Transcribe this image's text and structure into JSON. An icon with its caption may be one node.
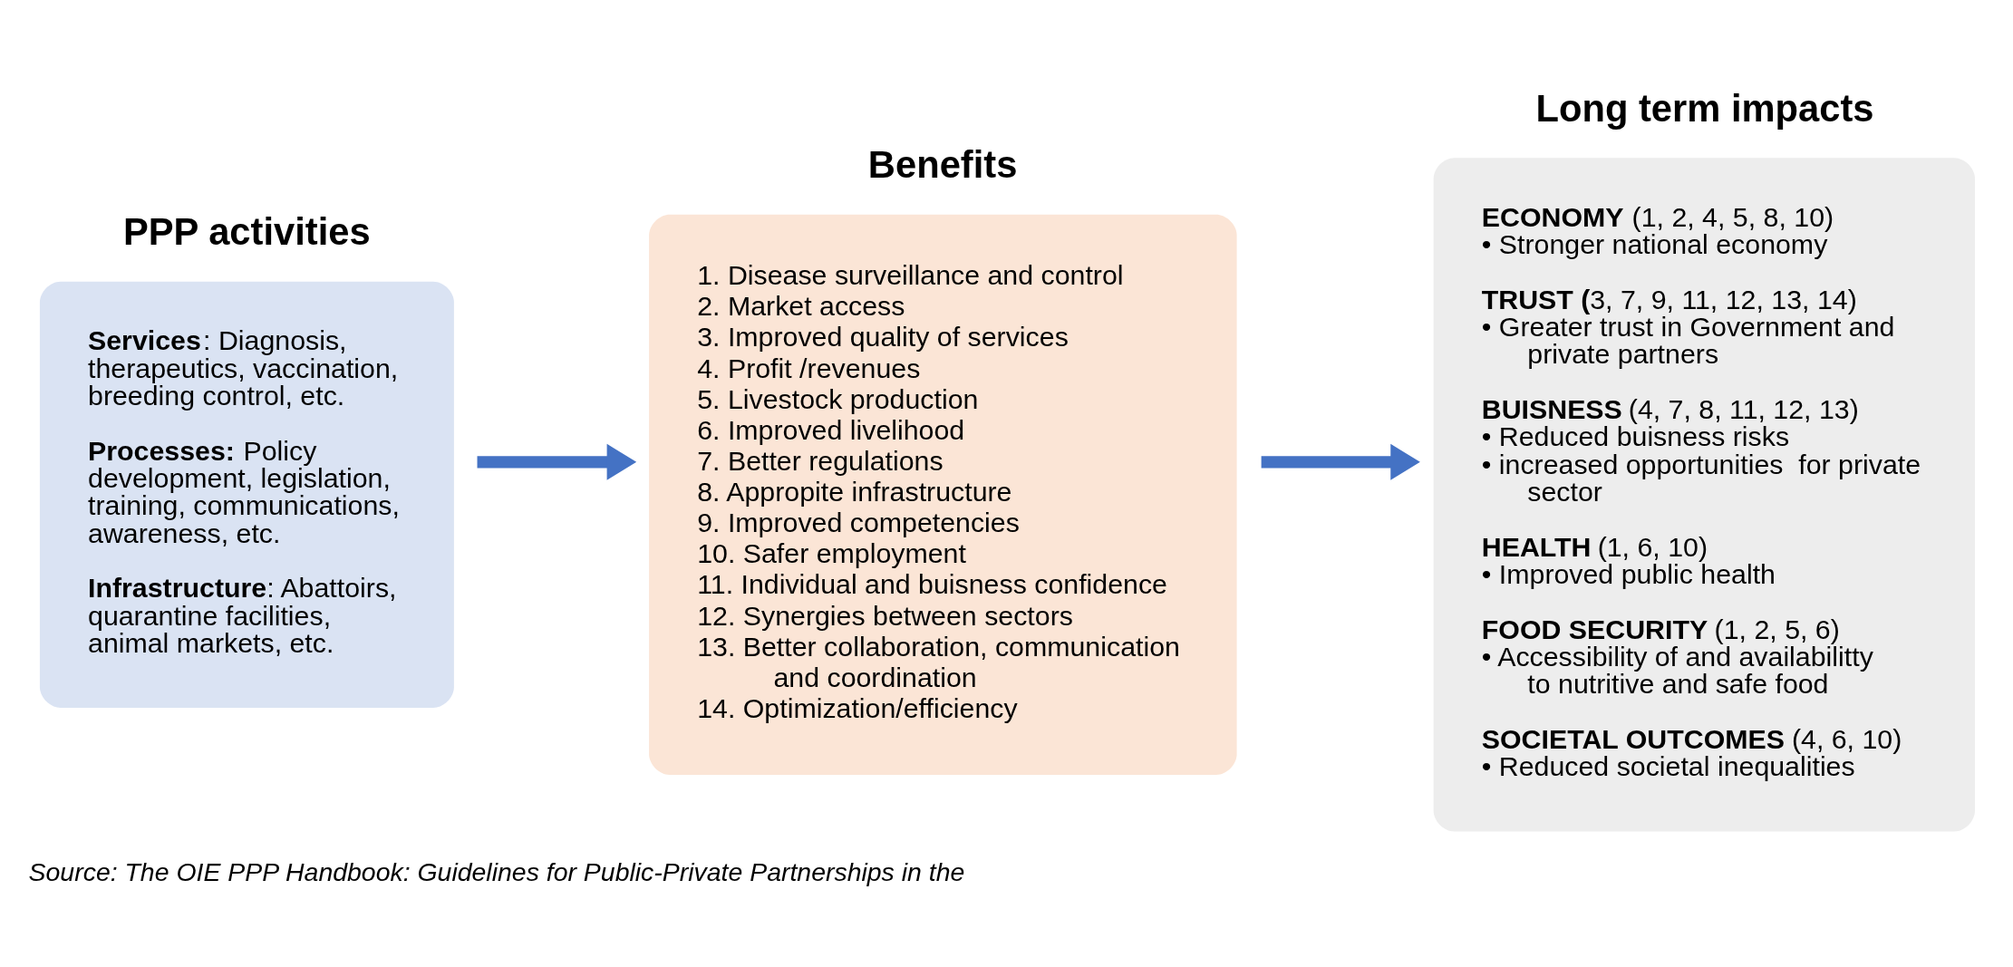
{
  "diagram": {
    "caption": "Source: The OIE PPP Handbook: Guidelines for Public-Private Partnerships in the",
    "nodes": [
      {
        "text": [
          "PPP activities",
          "**Services**: Diagnosis, therapeutics, vaccination, breeding control, etc.",
          "**Processes:** Policy development, legislation, training, communications, awareness, etc.",
          "**Infrastructure**: Abattoirs, quarantine facilities, animal markets, etc."
        ]
      },
      {
        "text": [
          "Benefits",
          "1. Disease surveillance and control",
          "2. Market access",
          "3. Improved quality of services",
          "4. Profit /revenues",
          "5. Livestock production",
          "6. Improved livelihood",
          "7. Better regulations",
          "8. Appropite infrastructure",
          "9. Improved competencies",
          "10. Safer employment",
          "11. Individual and buisness confidence",
          "12. Synergies between sectors",
          "13. Better collaboration, communication and coordination",
          "14. Optimization/efficiency"
        ]
      },
      {
        "text": [
          "Long term impacts",
          "**ECONOMY** (1, 2, 4, 5, 8, 10)",
          "• Stronger national economy",
          "**TRUST (**3, 7, 9, 11, 12, 13, 14)",
          "• Greater trust in Government and private partners",
          "**BUISNESS** (4, 7, 8, 11, 12, 13)",
          "• Reduced buisness risks",
          "• increased opportunities  for private sector",
          "**HEALTH** (1, 6, 10)",
          "• Improved public health",
          "**FOOD SECURITY** (1, 2, 5, 6)",
          "• Accessibility of and availabilitty to nutritive and safe food",
          "**SOCIETAL OUTCOMES** (4, 6, 10)",
          "• Reduced societal inequalities"
        ]
      }
    ],
    "edges": [
      {
        "from": 0,
        "to": 1,
        "arrow": "to"
      },
      {
        "from": 1,
        "to": 2,
        "arrow": "to"
      }
    ]
  }
}
